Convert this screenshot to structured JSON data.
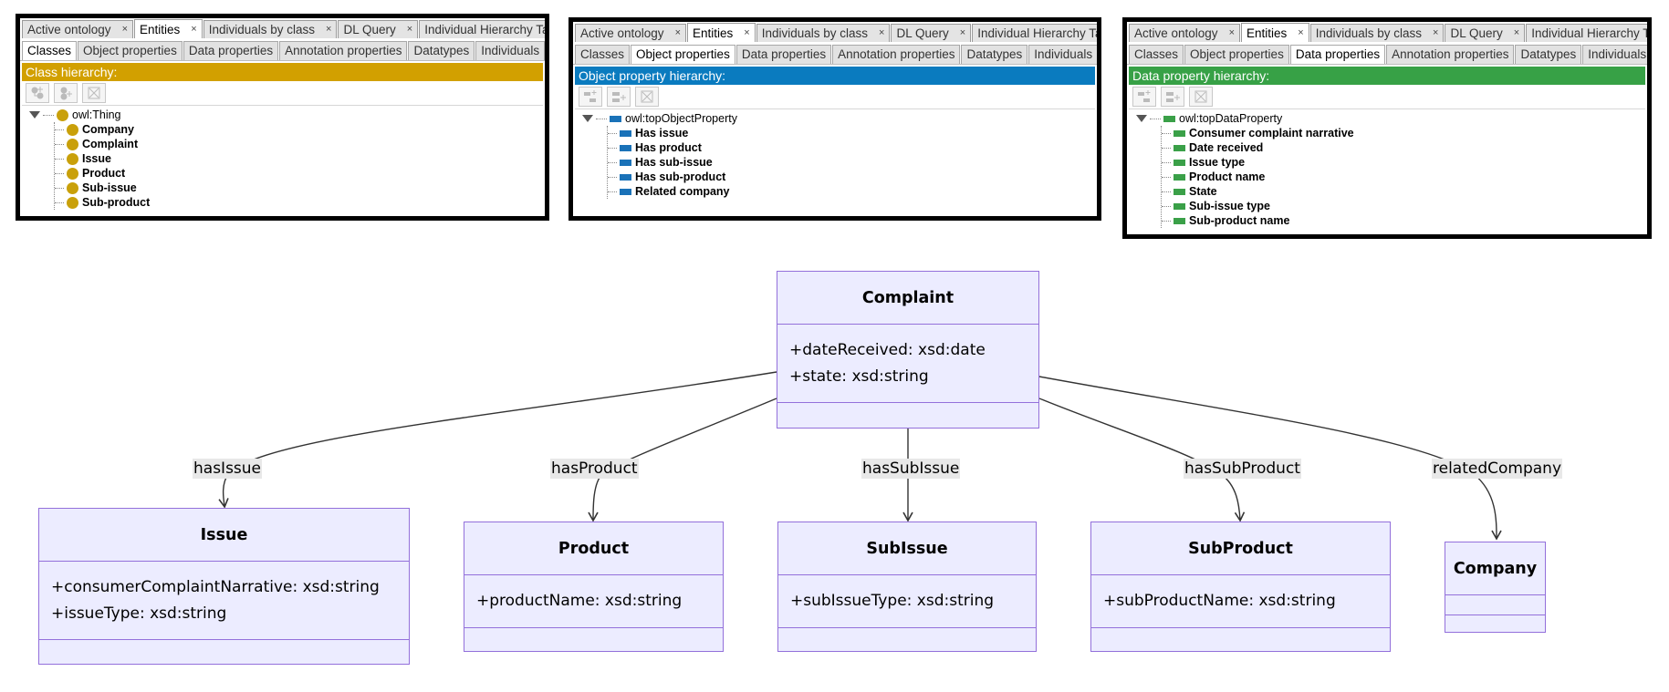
{
  "protege": {
    "top_tabs": [
      {
        "label": "Active ontology",
        "active": false
      },
      {
        "label": "Entities",
        "active": true
      },
      {
        "label": "Individuals by class",
        "active": false
      },
      {
        "label": "DL Query",
        "active": false
      },
      {
        "label": "Individual Hierarchy Tab",
        "active": false
      }
    ],
    "close_glyph": "×",
    "sub_tabs": [
      "Classes",
      "Object properties",
      "Data properties",
      "Annotation properties",
      "Datatypes",
      "Individuals"
    ],
    "panels": {
      "classes": {
        "active_sub_tab": "Classes",
        "header": "Class hierarchy:",
        "header_color": "#d2a000",
        "root": "owl:Thing",
        "children": [
          "Company",
          "Complaint",
          "Issue",
          "Product",
          "Sub-issue",
          "Sub-product"
        ]
      },
      "objprops": {
        "active_sub_tab": "Object properties",
        "header": "Object property hierarchy:",
        "header_color": "#0a7bbf",
        "root": "owl:topObjectProperty",
        "children": [
          "Has issue",
          "Has product",
          "Has sub-issue",
          "Has sub-product",
          "Related company"
        ]
      },
      "dataprops": {
        "active_sub_tab": "Data properties",
        "header": "Data property hierarchy:",
        "header_color": "#37a146",
        "root": "owl:topDataProperty",
        "children": [
          "Consumer complaint narrative",
          "Date received",
          "Issue type",
          "Product name",
          "State",
          "Sub-issue type",
          "Sub-product name"
        ]
      }
    }
  },
  "uml": {
    "classes": {
      "complaint": {
        "name": "Complaint",
        "attributes": [
          "+dateReceived: xsd:date",
          "+state: xsd:string"
        ]
      },
      "issue": {
        "name": "Issue",
        "attributes": [
          "+consumerComplaintNarrative: xsd:string",
          "+issueType: xsd:string"
        ]
      },
      "product": {
        "name": "Product",
        "attributes": [
          "+productName: xsd:string"
        ]
      },
      "subissue": {
        "name": "SubIssue",
        "attributes": [
          "+subIssueType: xsd:string"
        ]
      },
      "subproduct": {
        "name": "SubProduct",
        "attributes": [
          "+subProductName: xsd:string"
        ]
      },
      "company": {
        "name": "Company",
        "attributes": []
      }
    },
    "relations": {
      "hasIssue": "hasIssue",
      "hasProduct": "hasProduct",
      "hasSubIssue": "hasSubIssue",
      "hasSubProduct": "hasSubProduct",
      "relatedCompany": "relatedCompany"
    }
  }
}
